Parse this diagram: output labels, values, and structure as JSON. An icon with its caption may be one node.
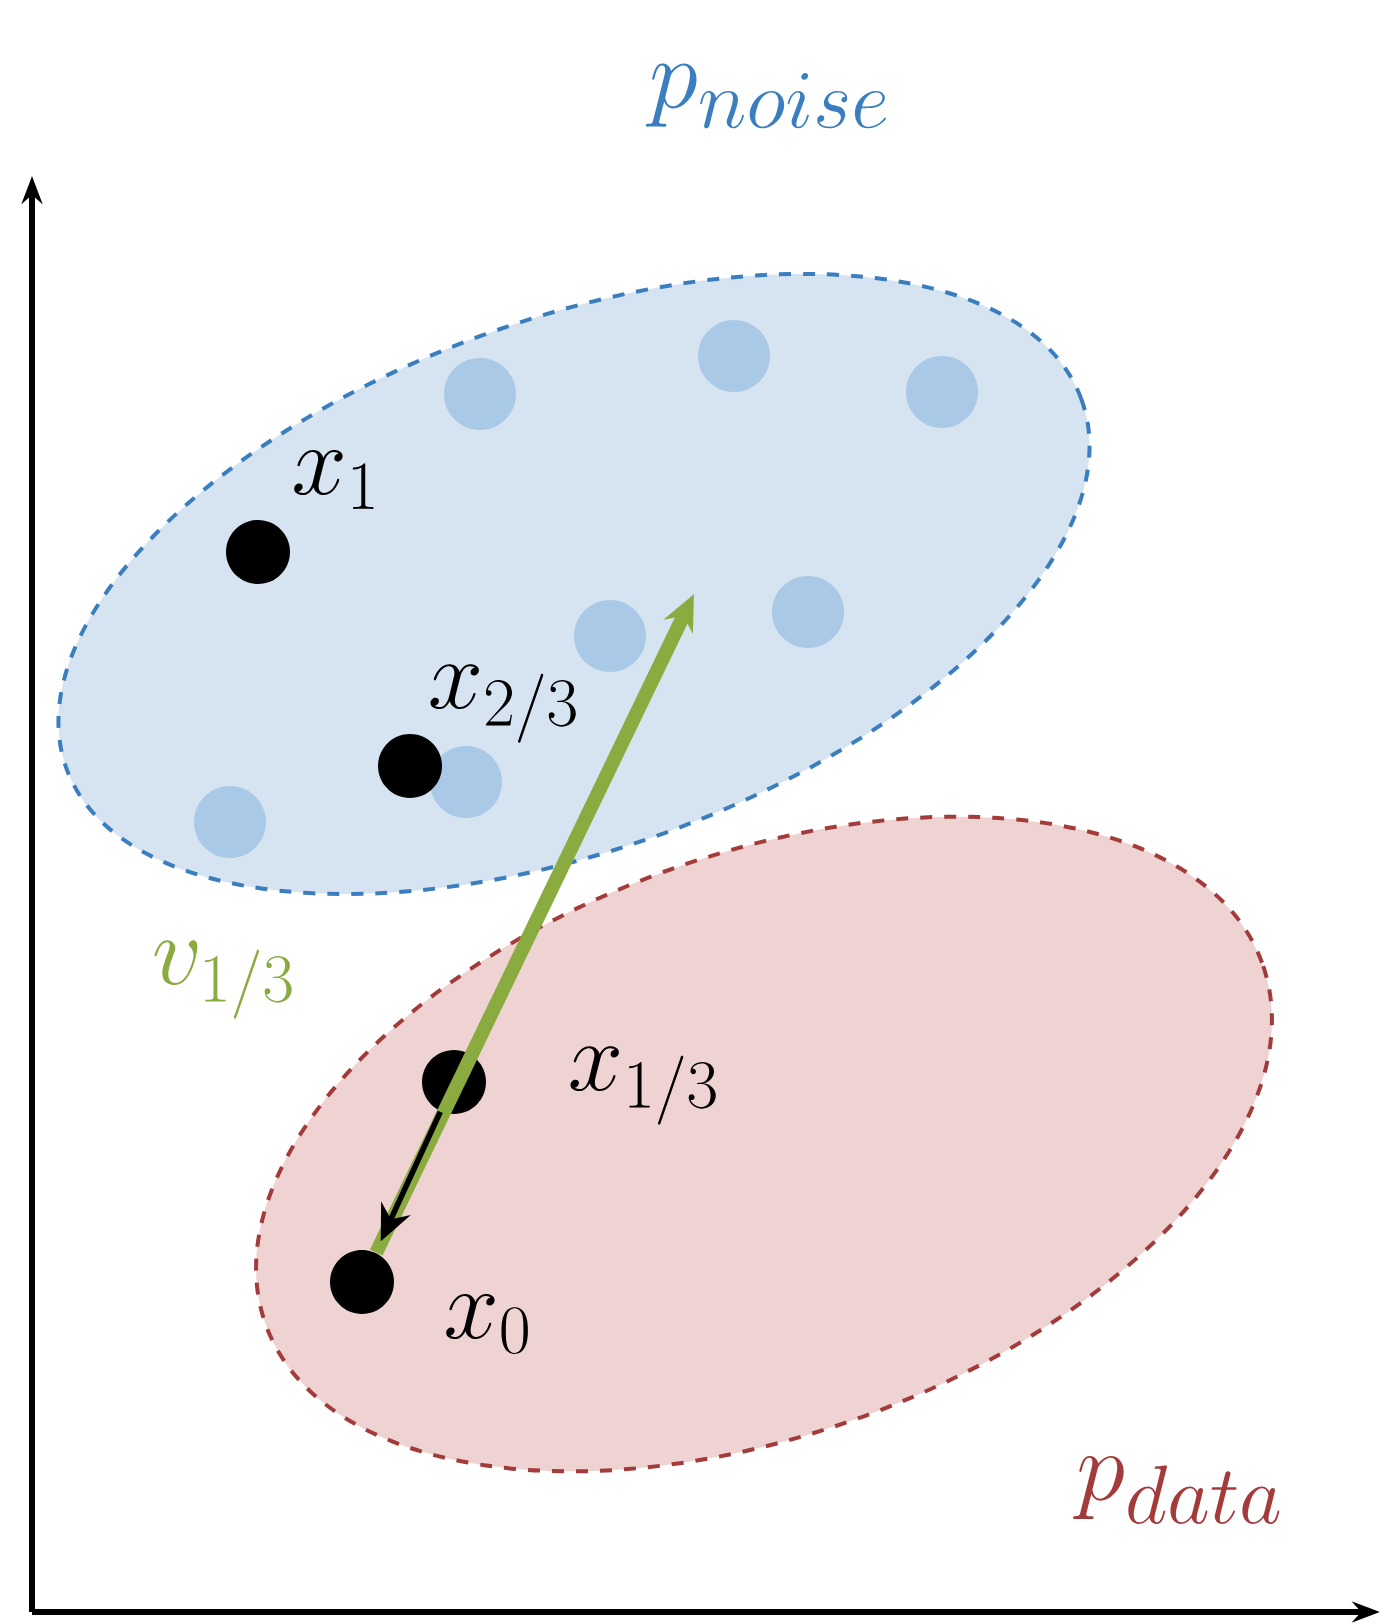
{
  "diagram": {
    "nodes": [
      {
        "text": [
          "p_{noise}"
        ]
      },
      {
        "text": [
          "p_{data}"
        ]
      },
      {
        "text": [],
        "shape": "circle",
        "in": 0,
        "beside": [
          "x_1"
        ]
      },
      {
        "text": [],
        "shape": "circle",
        "in": 0,
        "beside": [
          "x_{2/3}"
        ]
      },
      {
        "text": [],
        "shape": "circle",
        "in": 1,
        "beside": [
          "x_{1/3}"
        ]
      },
      {
        "text": [],
        "shape": "circle",
        "in": 1,
        "beside": [
          "x_0"
        ]
      },
      {
        "text": [],
        "shape": "circle",
        "in": 0
      },
      {
        "text": [],
        "shape": "circle",
        "in": 0
      },
      {
        "text": [],
        "shape": "circle",
        "in": 0
      },
      {
        "text": [],
        "shape": "circle",
        "in": 0
      },
      {
        "text": [],
        "shape": "circle",
        "in": 0
      },
      {
        "text": [],
        "shape": "circle",
        "in": 0
      },
      {
        "text": [],
        "shape": "circle",
        "in": 0
      }
    ],
    "edges": [
      {
        "from": 5,
        "to": null,
        "arrow": "to",
        "label": "v_{1/3}",
        "style": "thick",
        "color": "#8aab3f"
      },
      {
        "from": 4,
        "to": 5,
        "arrow": "to",
        "color": "#000000"
      }
    ]
  }
}
